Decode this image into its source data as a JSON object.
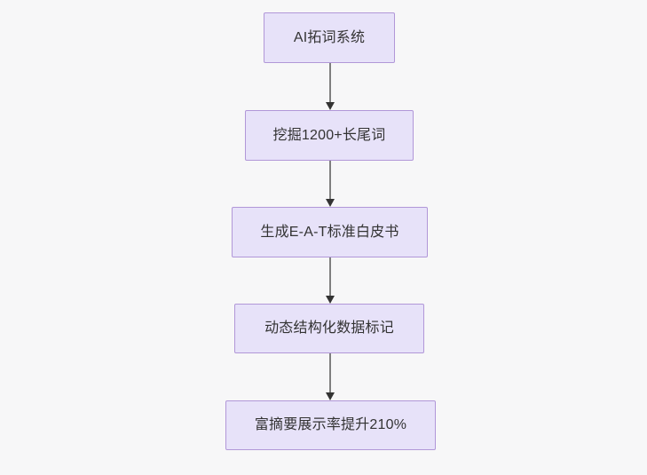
{
  "diagram": {
    "type": "flowchart",
    "orientation": "top-to-bottom",
    "background_color": "#f7f7f8",
    "node_fill_color": "#e7e2f9",
    "node_border_color": "#b197d8",
    "node_text_color": "#333333",
    "edge_line_color": "#7f7f7f",
    "edge_arrow_color": "#333333",
    "nodes": [
      {
        "id": "n1",
        "label": "AI拓词系统"
      },
      {
        "id": "n2",
        "label": "挖掘1200+长尾词"
      },
      {
        "id": "n3",
        "label": "生成E-A-T标准白皮书"
      },
      {
        "id": "n4",
        "label": "动态结构化数据标记"
      },
      {
        "id": "n5",
        "label": "富摘要展示率提升210%"
      }
    ],
    "edges": [
      {
        "id": "e1",
        "from": "n1",
        "to": "n2",
        "label": ""
      },
      {
        "id": "e2",
        "from": "n2",
        "to": "n3",
        "label": ""
      },
      {
        "id": "e3",
        "from": "n3",
        "to": "n4",
        "label": ""
      },
      {
        "id": "e4",
        "from": "n4",
        "to": "n5",
        "label": ""
      }
    ]
  }
}
